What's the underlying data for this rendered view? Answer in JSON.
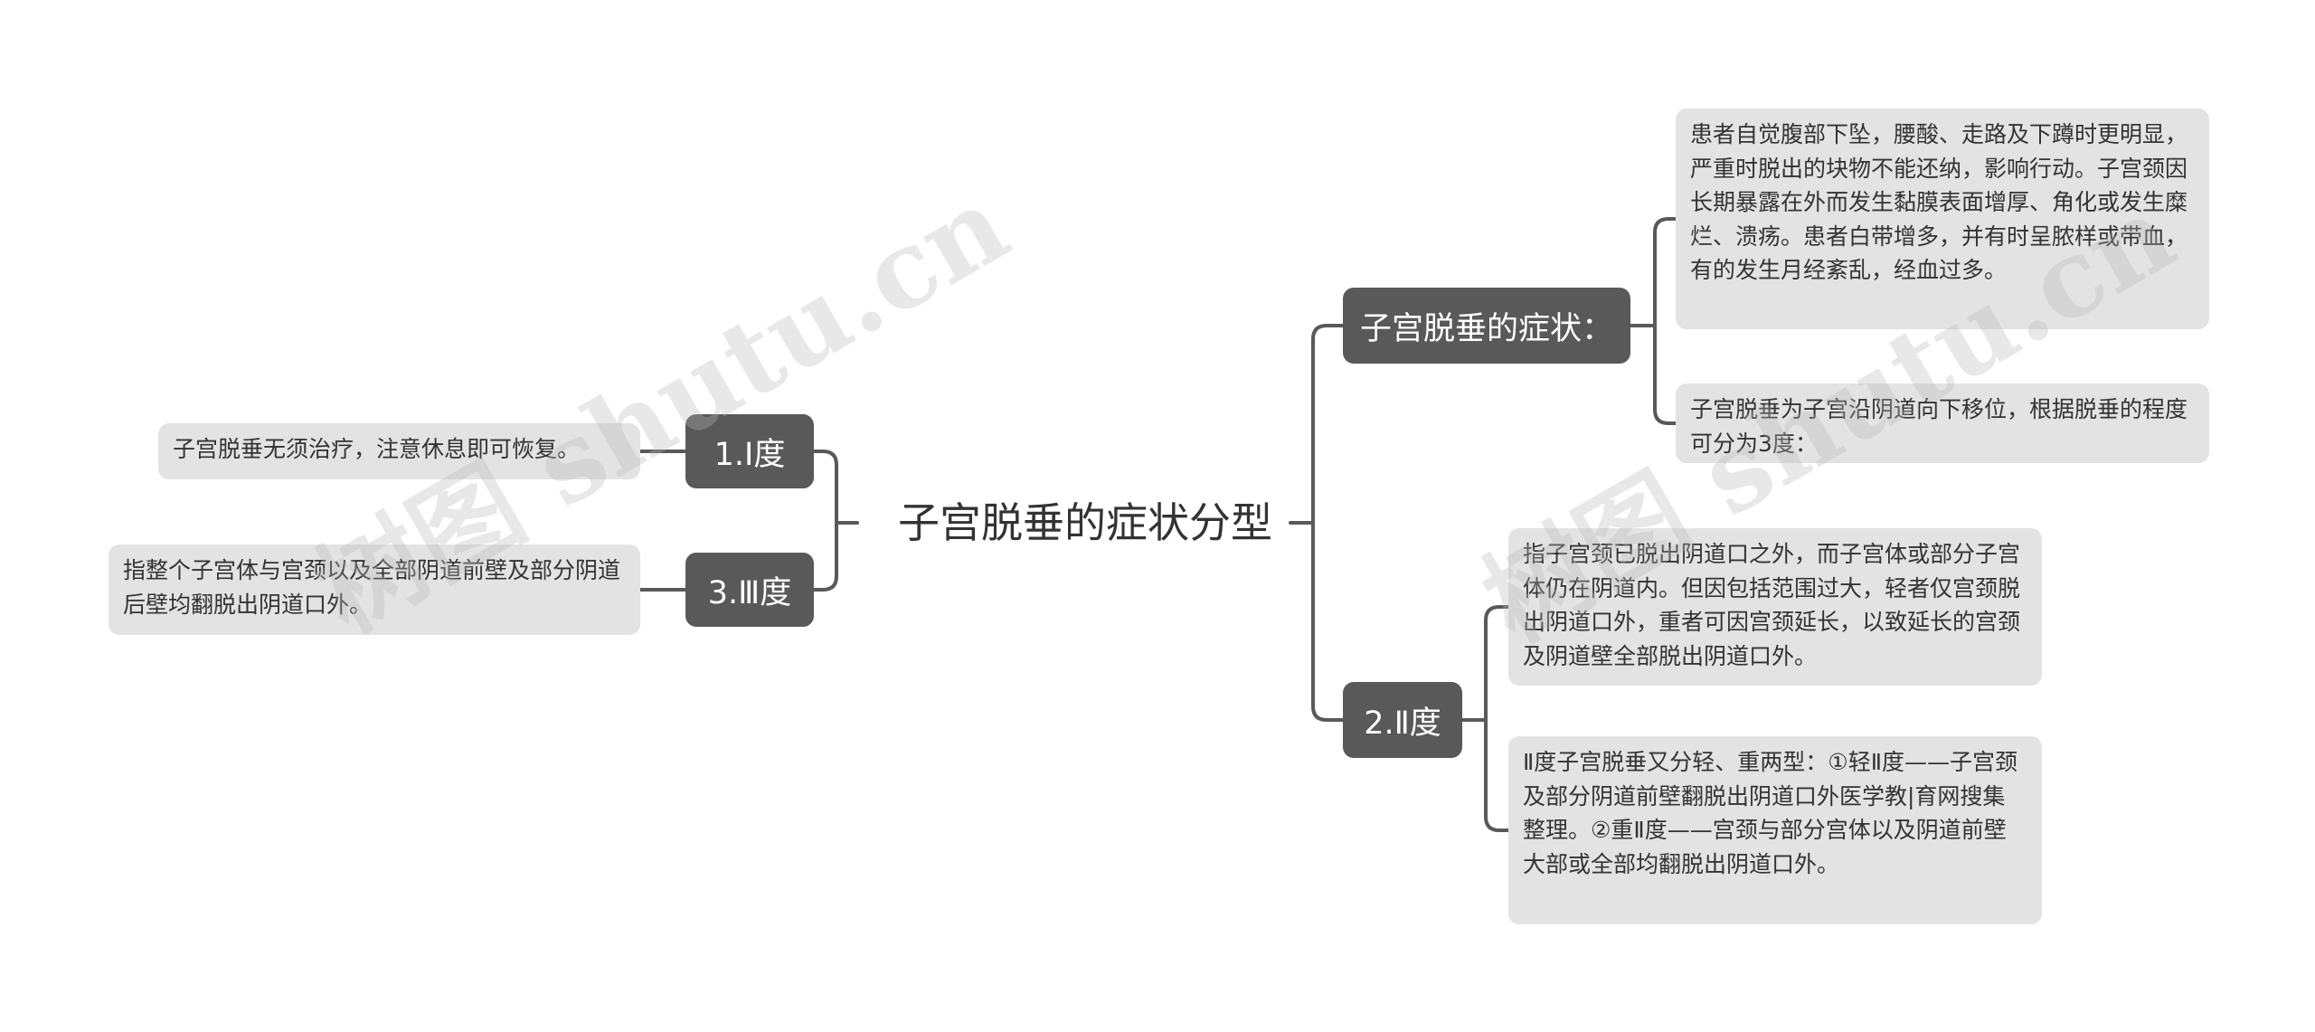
{
  "root": {
    "title": "子宫脱垂的症状分型"
  },
  "branches": {
    "symptoms": {
      "label": "子宫脱垂的症状：",
      "details": [
        "患者自觉腹部下坠，腰酸、走路及下蹲时更明显，严重时脱出的块物不能还纳，影响行动。子宫颈因长期暴露在外而发生黏膜表面增厚、角化或发生糜烂、溃疡。患者白带增多，并有时呈脓样或带血，有的发生月经紊乱，经血过多。",
        "子宫脱垂为子宫沿阴道向下移位，根据脱垂的程度可分为3度："
      ]
    },
    "degree2": {
      "label": "2.Ⅱ度",
      "details": [
        "指子宫颈已脱出阴道口之外，而子宫体或部分子宫体仍在阴道内。但因包括范围过大，轻者仅宫颈脱出阴道口外，重者可因宫颈延长，以致延长的宫颈及阴道壁全部脱出阴道口外。",
        "Ⅱ度子宫脱垂又分轻、重两型：①轻Ⅱ度——子宫颈及部分阴道前壁翻脱出阴道口外医学教|育网搜集整理。②重Ⅱ度——宫颈与部分宫体以及阴道前壁大部或全部均翻脱出阴道口外。"
      ]
    },
    "degree1": {
      "label": "1.Ⅰ度",
      "detail": "子宫脱垂无须治疗，注意休息即可恢复。"
    },
    "degree3": {
      "label": "3.Ⅲ度",
      "detail": "指整个子宫体与宫颈以及全部阴道前壁及部分阴道后壁均翻脱出阴道口外。"
    }
  },
  "watermarks": [
    "树图 shutu.cn",
    "树图 shutu.cn"
  ],
  "colors": {
    "branch_bg": "#595959",
    "leaf_bg": "#e3e3e3",
    "connector": "#595959",
    "text": "#333333"
  }
}
